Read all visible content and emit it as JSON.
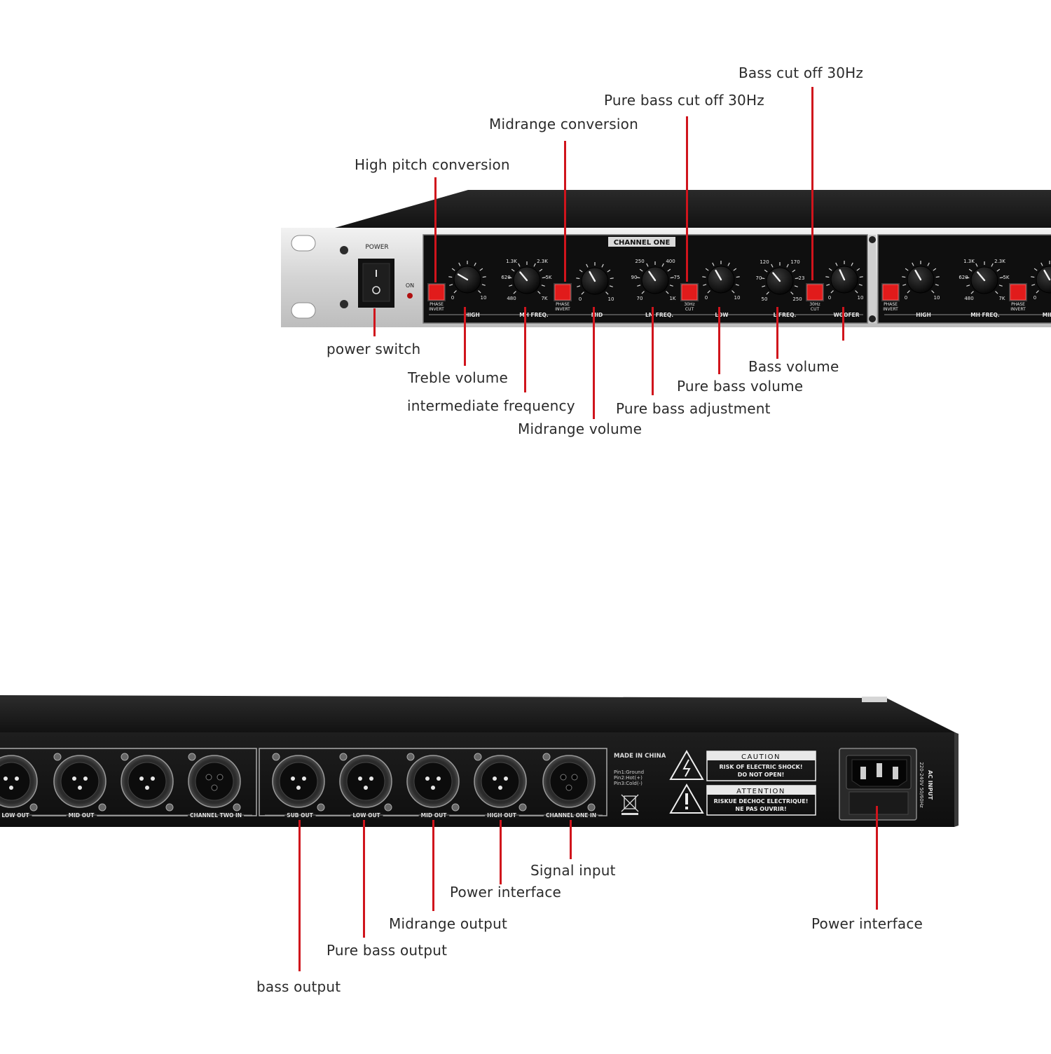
{
  "front_panel": {
    "power_label": "POWER",
    "on_label": "ON",
    "channel_one_title": "CHANNEL ONE",
    "phase_invert": [
      "PHASE",
      "INVERT"
    ],
    "cut_30hz": [
      "30Hz",
      "CUT"
    ],
    "section_labels": [
      "HIGH",
      "MH FREQ.",
      "MID",
      "LM FREQ.",
      "LOW",
      "L FREQ.",
      "WOOFER"
    ],
    "scale_labels": {
      "mh_freq": [
        "1.3K",
        "2.3K",
        "620",
        "5K",
        "480",
        "7K"
      ],
      "lm_freq": [
        "250",
        "400",
        "90",
        "75",
        "70",
        "1K"
      ],
      "l_freq": [
        "120",
        "170",
        "70",
        "23",
        "50",
        "250"
      ],
      "level": [
        "0",
        "10"
      ]
    }
  },
  "rear_panel": {
    "made_in": "MADE IN CHINA",
    "pins": [
      "Pin1:Ground",
      "Pin2:Hot(+)",
      "Pin3:Cold(-)"
    ],
    "caution_title": "CAUTION",
    "caution_text": [
      "RISK OF ELECTRIC SHOCK!",
      "DO NOT OPEN!"
    ],
    "attention_title": "ATTENTION",
    "attention_text": [
      "RISKUE DECHOC ELECTRIQUE!",
      "NE PAS OUVRIR!"
    ],
    "ac_input": [
      "AC INPUT",
      "220-240V 50/60Hz"
    ],
    "left_group_labels": [
      "LOW OUT",
      "MID OUT",
      "CHANNEL TWO IN"
    ],
    "right_group_labels": [
      "SUB OUT",
      "LOW OUT",
      "MID OUT",
      "HIGH OUT",
      "CHANNEL ONE IN"
    ]
  },
  "callouts": {
    "bass_cut_off": "Bass cut off 30Hz",
    "pure_bass_cut_off": "Pure bass cut off 30Hz",
    "midrange_conversion": "Midrange conversion",
    "high_pitch_conversion": "High pitch conversion",
    "power_switch": "power switch",
    "treble_volume": "Treble volume",
    "intermediate_frequency": "intermediate frequency",
    "midrange_volume": "Midrange volume",
    "pure_bass_adjustment": "Pure bass adjustment",
    "pure_bass_volume": "Pure bass volume",
    "bass_volume": "Bass volume",
    "signal_input": "Signal input",
    "power_interface_1": "Power interface",
    "midrange_output": "Midrange output",
    "pure_bass_output": "Pure bass output",
    "bass_output": "bass output",
    "power_interface_2": "Power interface"
  },
  "colors": {
    "leader": "#d0141c",
    "chassis": "#1a1a1a",
    "rack_ear": "#d8d8d8",
    "button_red": "#e11b1b"
  }
}
